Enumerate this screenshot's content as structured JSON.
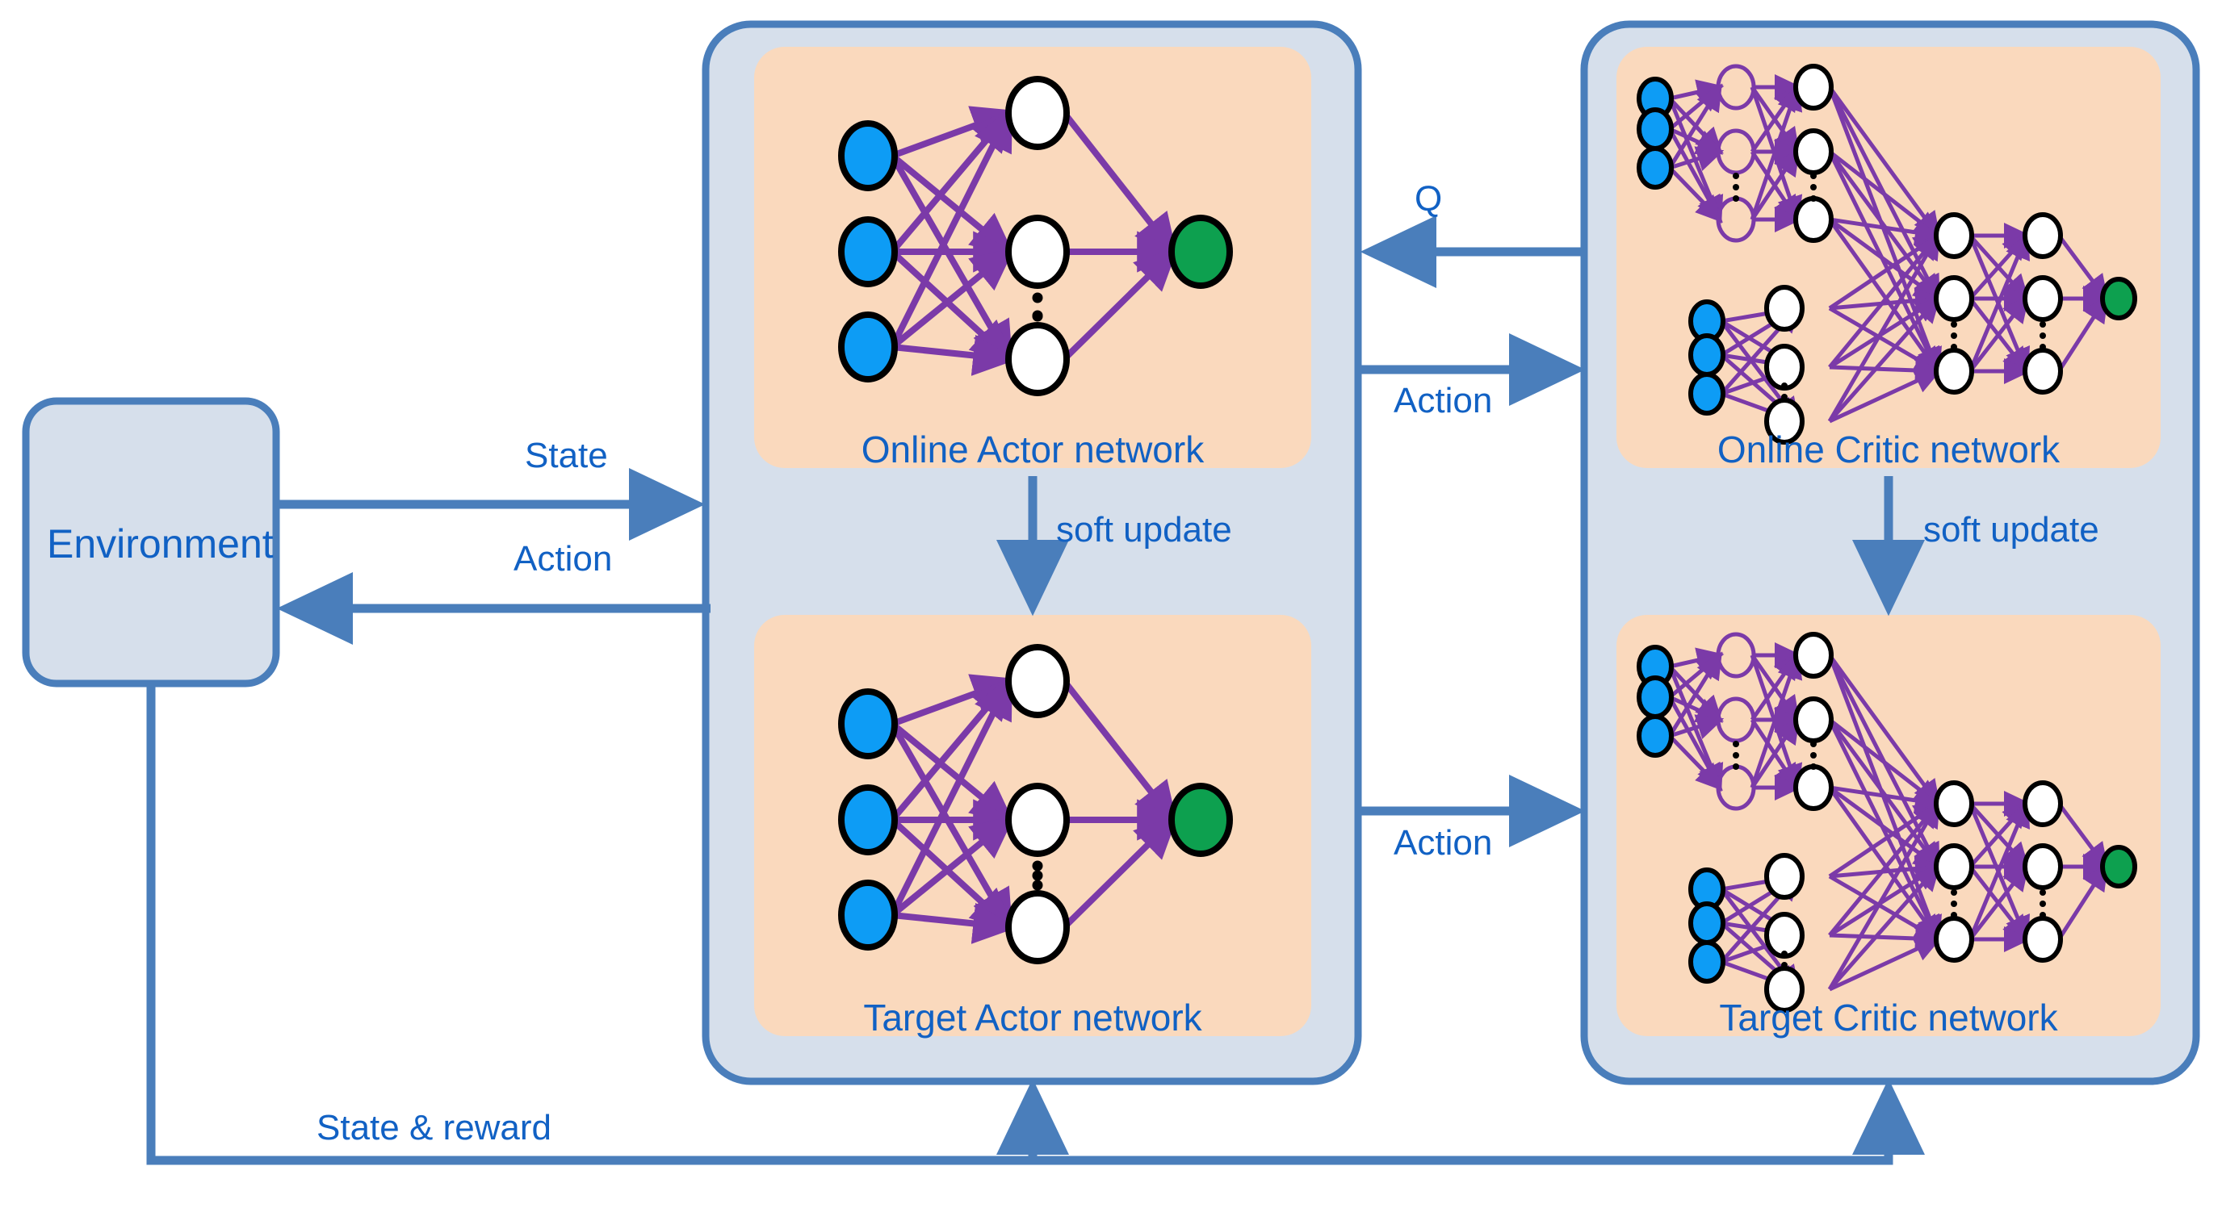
{
  "diagram": {
    "title": "DDPG actor-critic architecture",
    "colors": {
      "outer_border": "#4a7ebb",
      "outer_fill": "#d6dfeb",
      "inner_fill": "#fad9bd",
      "text_blue": "#1161c4",
      "arrow_blue": "#4a7ebb",
      "node_input": "#0d9cf5",
      "node_hidden": "#ffffff",
      "node_output": "#0da04f",
      "edge_purple": "#7b3aa8",
      "node_stroke": "#000000"
    }
  },
  "environment": {
    "label": "Environment"
  },
  "groups": {
    "actor": {
      "online": {
        "label": "Online Actor network"
      },
      "target": {
        "label": "Target Actor network"
      },
      "soft_update_label": "soft update"
    },
    "critic": {
      "online": {
        "label": "Online Critic network"
      },
      "target": {
        "label": "Target Critic network"
      },
      "soft_update_label": "soft update"
    }
  },
  "edges": {
    "env_to_actor": "State",
    "actor_to_env": "Action",
    "critic_to_actor_q": "Q",
    "online_actor_to_online_critic": "Action",
    "target_actor_to_target_critic": "Action",
    "env_feedback": "State & reward"
  },
  "chart_data": {
    "type": "diagram",
    "actor_network": {
      "layers": [
        {
          "name": "input",
          "count": 3,
          "color": "#0d9cf5"
        },
        {
          "name": "hidden",
          "count": 3,
          "color": "#ffffff",
          "ellipsis": true
        },
        {
          "name": "output",
          "count": 1,
          "color": "#0da04f"
        }
      ]
    },
    "critic_network": {
      "branches": [
        {
          "name": "state-branch",
          "input_count": 3,
          "hidden_layers": [
            3,
            3
          ]
        },
        {
          "name": "action-branch",
          "input_count": 3,
          "hidden_layers": [
            3
          ]
        }
      ],
      "merged_layers": [
        3,
        3
      ],
      "output_count": 1
    }
  }
}
